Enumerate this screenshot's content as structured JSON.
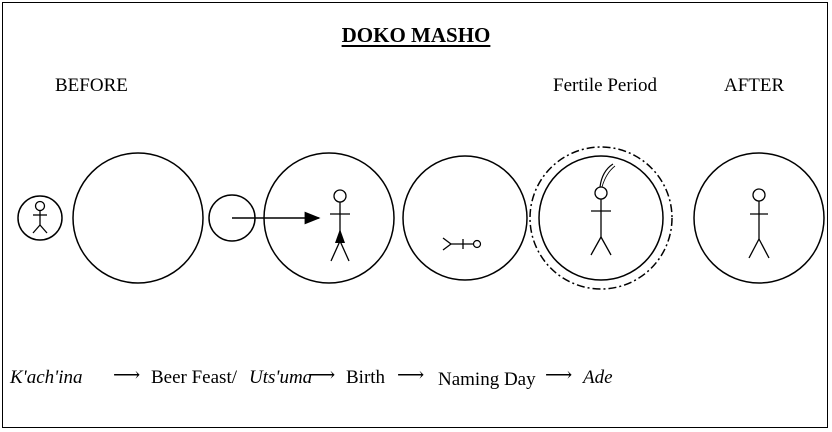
{
  "title": "DOKO MASHO",
  "labels": {
    "before": "BEFORE",
    "fertile": "Fertile Period",
    "after": "AFTER"
  },
  "sequence": [
    {
      "text": "K'ach'ina",
      "italic": true
    },
    {
      "text": "Beer Feast/",
      "italic": false
    },
    {
      "text": "Uts'uma",
      "italic": true
    },
    {
      "text": "Birth",
      "italic": false
    },
    {
      "text": "Naming Day",
      "italic": false
    },
    {
      "text": "Ade",
      "italic": true
    }
  ],
  "arrow_glyph": "⟶"
}
